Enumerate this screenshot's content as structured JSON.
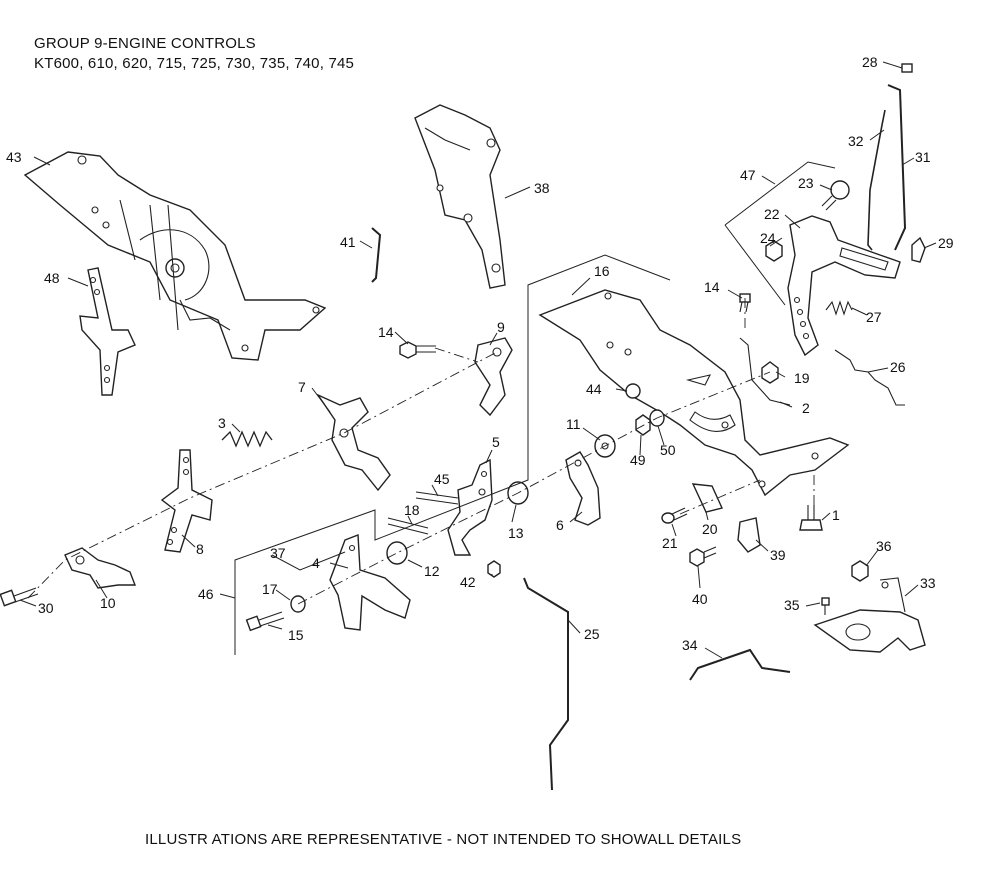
{
  "header": {
    "title": "GROUP 9-ENGINE CONTROLS",
    "models": "KT600, 610, 620, 715, 725, 730, 735, 740, 745"
  },
  "footer": {
    "note": "ILLUSTR ATIONS ARE REPRESENTATIVE - NOT INTENDED TO SHOWALL DETAILS"
  },
  "callouts": {
    "c1": "1",
    "c2": "2",
    "c3": "3",
    "c4": "4",
    "c5": "5",
    "c6": "6",
    "c7": "7",
    "c8": "8",
    "c9": "9",
    "c10": "10",
    "c11": "11",
    "c12": "12",
    "c13": "13",
    "c14a": "14",
    "c14b": "14",
    "c15": "15",
    "c16": "16",
    "c17": "17",
    "c18": "18",
    "c19": "19",
    "c20": "20",
    "c21": "21",
    "c22": "22",
    "c23": "23",
    "c24": "24",
    "c25": "25",
    "c26": "26",
    "c27": "27",
    "c28": "28",
    "c29": "29",
    "c30": "30",
    "c31": "31",
    "c32": "32",
    "c33": "33",
    "c34": "34",
    "c35": "35",
    "c36": "36",
    "c37": "37",
    "c38": "38",
    "c39": "39",
    "c40": "40",
    "c41": "41",
    "c42": "42",
    "c43": "43",
    "c44": "44",
    "c45": "45",
    "c46": "46",
    "c47": "47",
    "c48": "48",
    "c49": "49",
    "c50": "50"
  }
}
